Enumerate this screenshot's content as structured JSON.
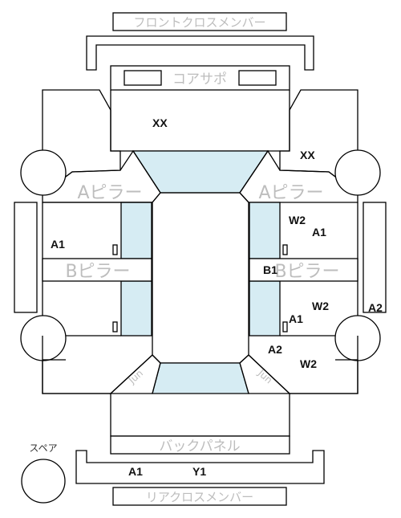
{
  "panels": {
    "front_cross_member": "フロントクロスメンバー",
    "core_support": "コアサポ",
    "a_pillar_left": "Aピラー",
    "a_pillar_right": "Aピラー",
    "b_pillar_left": "Bピラー",
    "b_pillar_right": "Bピラー",
    "back_panel": "バックパネル",
    "rear_cross_member": "リアクロスメンバー",
    "spare": "スペア",
    "seal_left": "Jun",
    "seal_right": "Jun"
  },
  "grades": {
    "hood_left": "XX",
    "fender_right": "XX",
    "front_door_left": "A1",
    "front_door_right_a": "W2",
    "front_door_right_b": "A1",
    "pillar_right": "B1",
    "rear_door_right_a": "W2",
    "rear_door_right_b": "A1",
    "step_right": "A2",
    "quarter_right_a": "A2",
    "quarter_right_b": "W2",
    "rear_left": "A1",
    "rear_right": "Y1"
  }
}
